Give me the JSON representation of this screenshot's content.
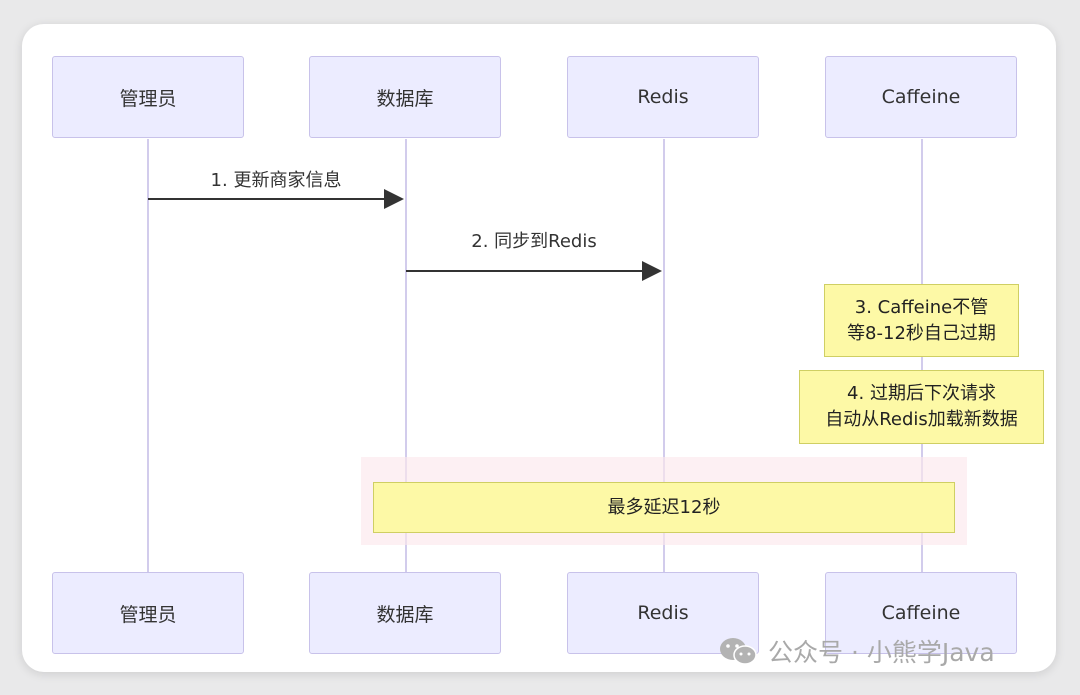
{
  "participants": [
    {
      "id": "admin",
      "label": "管理员"
    },
    {
      "id": "db",
      "label": "数据库"
    },
    {
      "id": "redis",
      "label": "Redis"
    },
    {
      "id": "caffeine",
      "label": "Caffeine"
    }
  ],
  "messages": [
    {
      "from": "admin",
      "to": "db",
      "label": "1. 更新商家信息"
    },
    {
      "from": "db",
      "to": "redis",
      "label": "2. 同步到Redis"
    }
  ],
  "notes": [
    {
      "over": "caffeine",
      "lines": [
        "3. Caffeine不管",
        "等8-12秒自己过期"
      ]
    },
    {
      "over": "caffeine",
      "lines": [
        "4. 过期后下次请求",
        "自动从Redis加载新数据"
      ]
    }
  ],
  "span_note": {
    "over": [
      "db",
      "caffeine"
    ],
    "label": "最多延迟12秒"
  },
  "watermark": {
    "text": "公众号 · 小熊学Java",
    "icon": "wechat-icon"
  },
  "colors": {
    "actor_fill": "#ececff",
    "actor_border": "#c8c2ea",
    "note_fill": "#fdf9a6",
    "note_border": "#cfcf63",
    "highlight": "#fce8ec",
    "arrow": "#333333"
  }
}
